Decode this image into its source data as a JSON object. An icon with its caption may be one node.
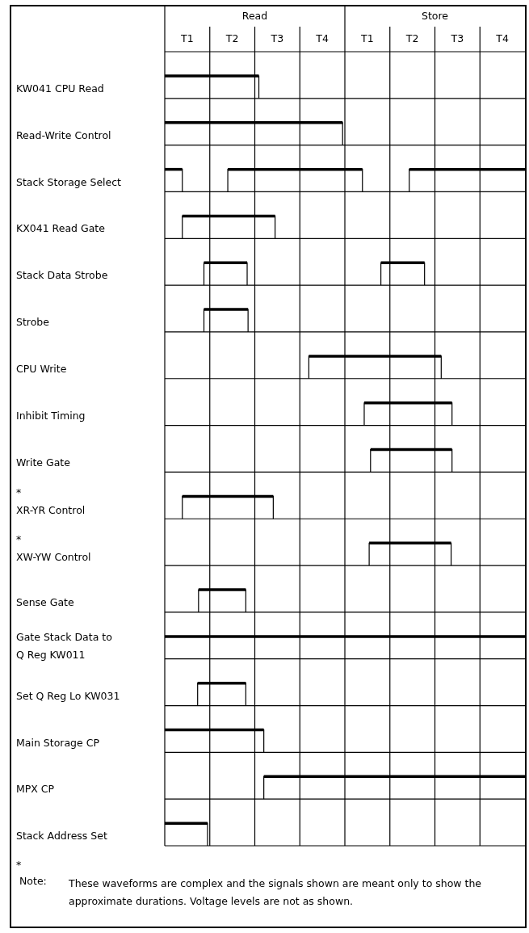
{
  "diagram": {
    "labels": [
      "Read",
      "Store",
      "T1",
      "T2",
      "T3",
      "T4",
      "T1",
      "T2",
      "T3",
      "T4",
      "KW041 CPU Read",
      "Read-Write Control",
      "Stack Storage Select",
      "KX041 Read Gate",
      "Stack Data Strobe",
      "Strobe",
      "CPU Write",
      "Inhibit Timing",
      "Write Gate",
      "*",
      "XR-YR Control",
      "*",
      "XW-YW Control",
      "Sense Gate",
      "Gate Stack Data to Q Reg KW011",
      "Set Q Reg Lo KW031",
      "Main Storage CP",
      "MPX CP",
      "Stack Address Set",
      "*",
      "Note:",
      "These waveforms are complex and the signals shown are meant only to show the approximate durations.  Voltage levels are not as shown."
    ]
  }
}
